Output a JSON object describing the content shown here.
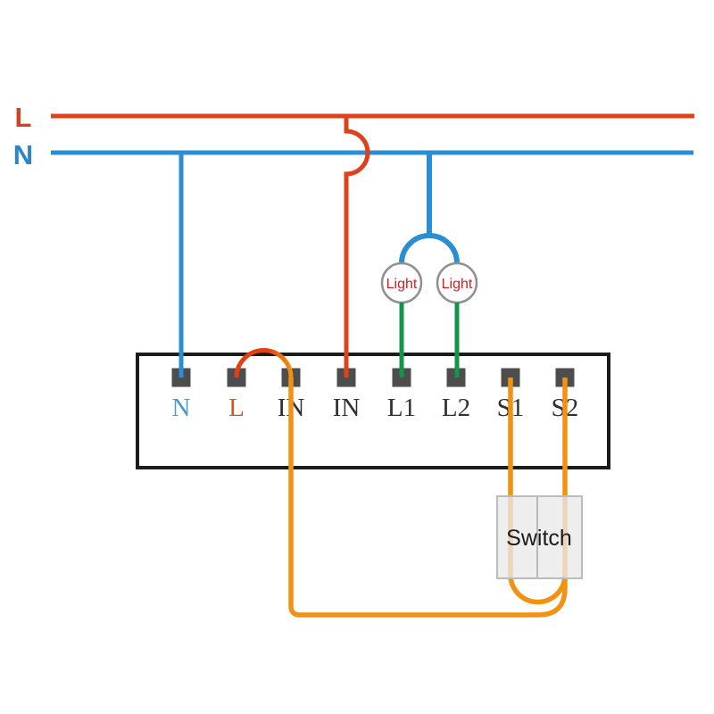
{
  "diagram": {
    "type": "wiring-diagram",
    "mains": {
      "live_label": "L",
      "neutral_label": "N"
    },
    "module": {
      "terminals": [
        {
          "label": "N",
          "label_color": "#4a9ad0"
        },
        {
          "label": "L",
          "label_color": "#cb5a28"
        },
        {
          "label": "IN",
          "label_color": "#303030"
        },
        {
          "label": "IN",
          "label_color": "#303030"
        },
        {
          "label": "L1",
          "label_color": "#303030"
        },
        {
          "label": "L2",
          "label_color": "#303030"
        },
        {
          "label": "S1",
          "label_color": "#303030"
        },
        {
          "label": "S2",
          "label_color": "#303030"
        }
      ]
    },
    "lights": [
      {
        "label": "Light"
      },
      {
        "label": "Light"
      }
    ],
    "switch": {
      "label": "Switch"
    },
    "colors": {
      "live": "#dd421b",
      "neutral": "#2b8ed3",
      "load": "#14944b",
      "switch_loop": "#f29112",
      "jumper_from": "#e23f12",
      "jumper_to": "#f29112",
      "terminal_block": "#4d4d4d",
      "module_border": "#1c1c1c",
      "light_ring": "#909090",
      "light_text": "#c92222",
      "mains_live_label": "#cc4422",
      "mains_neutral_label": "#2a85cb",
      "switch_text": "#1b1b1b",
      "switch_box_border": "#bcbcbc",
      "switch_box_divider": "#a9a9a9"
    }
  }
}
